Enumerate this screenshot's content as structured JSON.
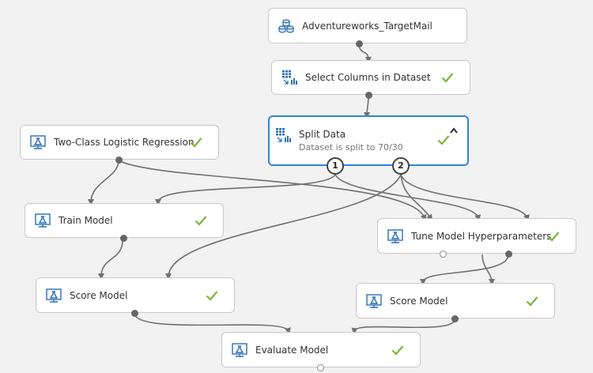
{
  "nodes": {
    "dataset": {
      "label": "Adventureworks_TargetMail",
      "icon": "database-icon",
      "completed": false
    },
    "select_columns": {
      "label": "Select Columns in Dataset",
      "icon": "table-transform-icon",
      "completed": true
    },
    "split_data": {
      "label": "Split Data",
      "subtitle": "Dataset is split to 70/30",
      "icon": "table-transform-icon",
      "completed": true,
      "expanded": true,
      "selected": true,
      "outputs": [
        "1",
        "2"
      ]
    },
    "logistic_regression": {
      "label": "Two-Class Logistic Regression",
      "icon": "flask-icon",
      "completed": true
    },
    "train_model": {
      "label": "Train Model",
      "icon": "flask-icon",
      "completed": true
    },
    "tune_hyperparameters": {
      "label": "Tune Model Hyperparameters",
      "icon": "flask-icon",
      "completed": true
    },
    "score_model_left": {
      "label": "Score Model",
      "icon": "flask-icon",
      "completed": true
    },
    "score_model_right": {
      "label": "Score Model",
      "icon": "flask-icon",
      "completed": true
    },
    "evaluate_model": {
      "label": "Evaluate Model",
      "icon": "flask-icon",
      "completed": true
    }
  },
  "colors": {
    "check": "#7ab53a",
    "selected_border": "#2b88d8",
    "icon": "#2b6fb6",
    "wire": "#707070",
    "canvas": "#f2f2f2"
  }
}
